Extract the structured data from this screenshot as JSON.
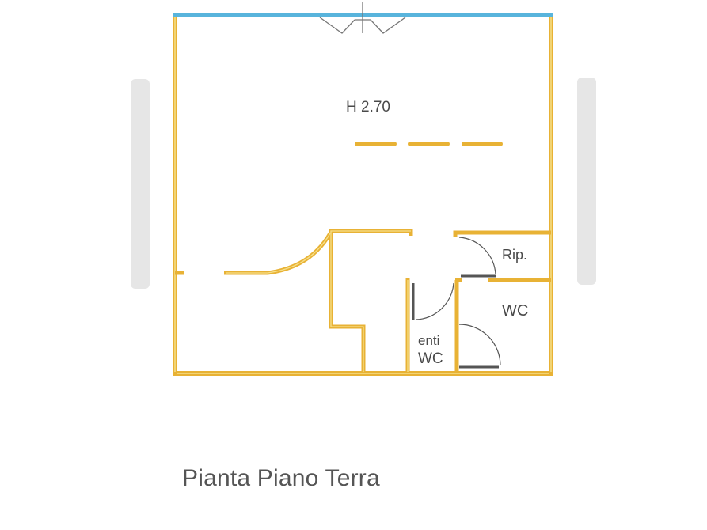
{
  "labels": {
    "height": "H 2.70",
    "storage": "Rip.",
    "wc": "WC",
    "ante_wc_line1": "enti",
    "ante_wc_line2": "WC"
  },
  "caption": "Pianta Piano Terra",
  "colors": {
    "wall": "#e8b235",
    "wall_inner": "#f3d66a",
    "window": "#58b4dc",
    "shade": "#e6e6e6",
    "door_arc": "#555555",
    "text": "#4a4a4a"
  },
  "icons": [
    "entrance-door-symbol",
    "door-swing-arc"
  ]
}
